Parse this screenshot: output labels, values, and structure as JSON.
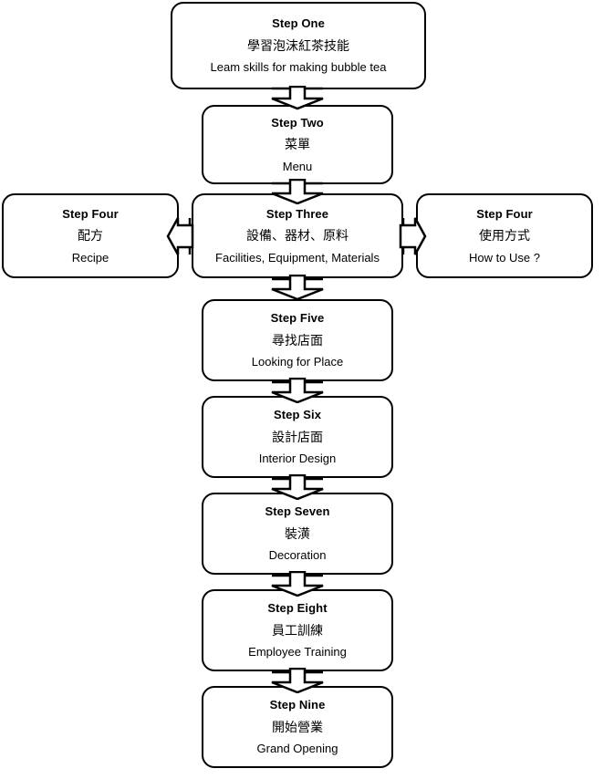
{
  "diagram": {
    "title": "Bubble tea shop startup nine-step flowchart",
    "stroke_color": "#000000",
    "fill_color": "#ffffff",
    "text_color": "#000000"
  },
  "nodes": [
    {
      "id": "step-one",
      "step": "Step One",
      "zh": "學習泡沫紅茶技能",
      "en": "Leam skills for making bubble tea"
    },
    {
      "id": "step-two",
      "step": "Step Two",
      "zh": "菜單",
      "en": "Menu"
    },
    {
      "id": "step-three",
      "step": "Step Three",
      "zh": "設備、器材、原料",
      "en": "Facilities, Equipment, Materials"
    },
    {
      "id": "step-four-left",
      "step": "Step Four",
      "zh": "配方",
      "en": "Recipe"
    },
    {
      "id": "step-four-right",
      "step": "Step Four",
      "zh": "使用方式",
      "en": "How to Use ?"
    },
    {
      "id": "step-five",
      "step": "Step Five",
      "zh": "尋找店面",
      "en": "Looking for Place"
    },
    {
      "id": "step-six",
      "step": "Step Six",
      "zh": "設計店面",
      "en": "Interior Design"
    },
    {
      "id": "step-seven",
      "step": "Step Seven",
      "zh": "裝潢",
      "en": "Decoration"
    },
    {
      "id": "step-eight",
      "step": "Step Eight",
      "zh": "員工訓練",
      "en": "Employee Training"
    },
    {
      "id": "step-nine",
      "step": "Step Nine",
      "zh": "開始營業",
      "en": "Grand Opening"
    }
  ],
  "connectors": [
    {
      "id": "conn-one-to-two",
      "from": "step-one",
      "to": "step-two",
      "direction": "down"
    },
    {
      "id": "conn-two-to-three",
      "from": "step-two",
      "to": "step-three",
      "direction": "down"
    },
    {
      "id": "conn-three-to-five",
      "from": "step-three",
      "to": "step-five",
      "direction": "down"
    },
    {
      "id": "conn-five-to-six",
      "from": "step-five",
      "to": "step-six",
      "direction": "down"
    },
    {
      "id": "conn-six-to-seven",
      "from": "step-six",
      "to": "step-seven",
      "direction": "down"
    },
    {
      "id": "conn-seven-to-eight",
      "from": "step-seven",
      "to": "step-eight",
      "direction": "down"
    },
    {
      "id": "conn-eight-to-nine",
      "from": "step-eight",
      "to": "step-nine",
      "direction": "down"
    },
    {
      "id": "conn-three-to-left",
      "from": "step-three",
      "to": "step-four-left",
      "direction": "left"
    },
    {
      "id": "conn-three-to-right",
      "from": "step-three",
      "to": "step-four-right",
      "direction": "right"
    }
  ]
}
